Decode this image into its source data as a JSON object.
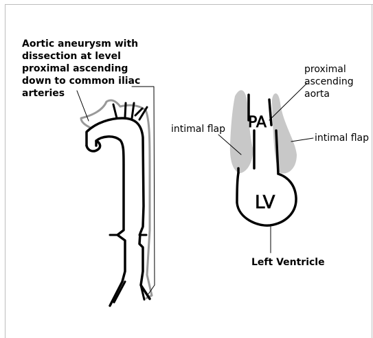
{
  "labels": {
    "aorta_caption": [
      "Aortic aneurysm with",
      "dissection at level",
      "proximal ascending",
      "down to common iliac",
      "arteries"
    ],
    "proximal_aorta": [
      "proximal",
      "ascending",
      "aorta"
    ],
    "intimal_flap_left": "intimal flap",
    "intimal_flap_right": "intimal flap",
    "left_ventricle": "Left Ventricle",
    "pa_mark": "PA",
    "lv_mark": "LV"
  },
  "colors": {
    "outline": "#000000",
    "false_lumen": "#999999",
    "flap_fill": "#c8c8c8"
  }
}
